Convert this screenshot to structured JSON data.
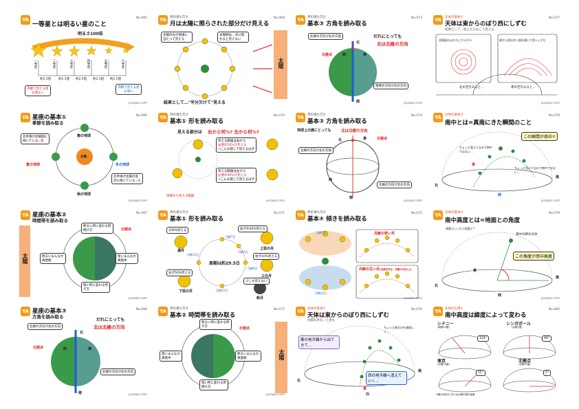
{
  "cards": {
    "c1": {
      "no": "No.065",
      "title": "一等星とは明るい星のこと",
      "brightness": "明るさ100倍",
      "mags": [
        "一等星",
        "二等星",
        "三等星",
        "四等星",
        "五等星",
        "六等星"
      ],
      "ratios": [
        "約2.5倍",
        "約2.5倍",
        "約2.5倍",
        "約2.5倍",
        "約2.5倍"
      ],
      "left_note": "肉眼で見える星も明るい",
      "right_note": "肉眼で見える星も暗い",
      "footer": "yuzupo.com"
    },
    "c2": {
      "no": "No.069",
      "small": "月の満ち欠け",
      "title": "月は太陽に照らされた部分だけ見える",
      "bubble_left": "太陽の光が地球に当たって見える",
      "bubble_right": "太陽側は…点に隠れると見えない",
      "sun": "太陽",
      "result": "結果として…\"半分欠けて\"見える",
      "footer": "yuzupo.com"
    },
    "c3": {
      "no": "No.073",
      "small": "月の満ち欠け",
      "title": "基本③ 方角を読み取る",
      "north_box": "北極の方向が北の方角",
      "everyone": "だれにとっても",
      "north_dir": "北は北極の方向",
      "north_pole": "北極点",
      "south_box": "南極の方向が北の方向",
      "dirs": [
        "北",
        "南",
        "東",
        "西"
      ],
      "footer": "yuzupo.com"
    },
    "c4": {
      "no": "No.077",
      "small": "天体の基本①",
      "title": "天体は東からのぼり西にしずむ",
      "note": "結果として…地上からはこう見える",
      "north_label": "北極星のまわりにグルグル",
      "south_label": "東から西の空へ弧を描いて西へしずむ",
      "north_sky": "北の空をみると…",
      "south_sky": "南の空をみると…",
      "footer": "yuzupo.com"
    },
    "c5": {
      "no": "No.066",
      "title": "星座の基本①",
      "sub": "季節を読み取る",
      "spring": "春の地球",
      "summer": "夏の地球",
      "autumn": "秋の地球",
      "winter": "冬の地球",
      "sun": "太陽",
      "north_tilt": "北半球が太陽側に傾いている",
      "north_summer": "=夏",
      "south_tilt": "北半球が太陽の反対に傾いている",
      "south_winter": "=冬",
      "footer": "yuzupo.com"
    },
    "c6": {
      "no": "No.070",
      "small": "月の満ち欠け",
      "title": "基本① 形を読み取る",
      "sub": "見える部分は",
      "question": "右から何%? 左から何%?",
      "right_head": "見える範囲は右から",
      "right_val": "右側の50%が見える",
      "right_sub": "→こんな感じで見えるはず",
      "left_head": "見える範囲は左から",
      "left_val": "左側の90%が見える",
      "left_sub": "→こんな感じで見えるはず",
      "earth_view": "地球から見える範囲",
      "footer": "yuzupo.com"
    },
    "c7": {
      "no": "No.074",
      "small": "月の満ち欠け",
      "title": "基本③ 方角を読み取る",
      "sub": "地球上の誰にとっても",
      "sub_red": "北は北極の方向",
      "north_pole": "北極点",
      "north_box": "北極の方向が北の方角",
      "south_box": "北極の方向が北の方向",
      "dirs": [
        "北",
        "南",
        "東",
        "西"
      ],
      "footer": "yuzupo.com"
    },
    "c8": {
      "no": "No.078",
      "small": "天体の基本②",
      "title": "南中とは=真南にきた瞬間のこと",
      "ruby": "なんちゅう",
      "callout": "この瞬間が南中!!",
      "note_top": "ちょっと東よりなので南中ではない…",
      "note_bottom": "ちょっと西よりなので南中ではない…",
      "dirs": [
        "北",
        "南",
        "東",
        "西"
      ],
      "footer": "yuzupo.com"
    },
    "c9": {
      "no": "No.067",
      "title": "星座の基本②",
      "sub": "時間帯を読み取る",
      "sun": "太陽",
      "dawn": "明け方",
      "noon": "真昼間",
      "dusk": "夕方",
      "midnight": "真夜中",
      "north_pole": "北極点",
      "q1": "明るい所に変わる所",
      "q2": "明るいまんなか",
      "q3": "暗いまんなか",
      "q4": "暗い所に変わる所",
      "footer": "yuzupo.com"
    },
    "c10": {
      "no": "No.071",
      "small": "月の満ち欠け",
      "title": "基本① 形を読み取る",
      "full": "満月",
      "full_head": "100%見える",
      "waxing": "上弦の月",
      "waxing_head": "右がわ50%見える",
      "crescent": "三日月",
      "crescent_head": "右が10%見える",
      "waning": "下弦の月",
      "waning_head": "左が50%見える",
      "new": "新月",
      "new_head": "少しも見えない",
      "period": "周期は約29.5日",
      "days": [
        "月齢15日",
        "月齢7日",
        "月齢3日",
        "月齢22日",
        "月齢0日"
      ],
      "footer": "yuzupo.com"
    },
    "c11": {
      "no": "No.075",
      "small": "月の満ち欠け",
      "title": "基本④ 傾きを読み取る",
      "label_top": "月齢の若い月",
      "label_bottom": "月齢の古い月",
      "top_days": "月齢7日",
      "bottom_days": "月齢22日",
      "top_sub": "(右側が光る)",
      "bottom_sub": "(左側が光る・月齢15日以上)",
      "footer": "yuzupo.com"
    },
    "c12": {
      "no": "No.079",
      "small": "天体の基本③",
      "title": "南中高度とは=地面との角度",
      "ruby": "なんちゅうこうど",
      "note": "高度といったら地面と?",
      "moment": "南中の瞬の天体",
      "callout": "この角度が南中高度",
      "dirs": [
        "北",
        "南",
        "東",
        "西"
      ],
      "footer": "yuzupo.com"
    },
    "c13": {
      "no": "No.068",
      "title": "星座の基本③",
      "sub": "方角を読み取る",
      "north_box": "北極の方向が北の方向",
      "everyone": "だれにとっても",
      "north_dir": "北は北極の方向",
      "north_pole": "北極点",
      "south_box": "北極の方向が北の方向",
      "dirs": [
        "北",
        "南",
        "東",
        "西"
      ],
      "footer": "yuzupo.com"
    },
    "c14": {
      "no": "No.072",
      "small": "月の満ち欠け",
      "title": "基本② 時間帯を読み取る",
      "sun": "太陽",
      "dusk": "夕方",
      "noon": "真昼間",
      "midnight": "真夜中",
      "dawn": "明け方",
      "north_pole": "北極点",
      "q1": "明るい所に変わる所",
      "q2": "明るいまんなか",
      "q3": "暗いまんなか",
      "q4": "暗い所に変わる所",
      "footer": "yuzupo.com"
    },
    "c15": {
      "no": "No.076",
      "small": "天体の基本①",
      "title": "天体は東からのぼり西にしずむ",
      "note": "太陽も月も…と星も",
      "rise": "東の地平線から出てきて…",
      "set": "西の地平線へ消えていく…",
      "top_note": "ちょっと南の方を通過して…",
      "dirs": [
        "北",
        "南",
        "東",
        "西"
      ],
      "footer": "yuzupo.com"
    },
    "c16": {
      "no": "No.080",
      "small": "天体の応用①",
      "title": "南中高度は緯度によって変わる",
      "sydney": "シドニー",
      "sydney_lat": "(南緯34度)",
      "sydney_deg": "124°",
      "singapore": "シンガポール",
      "singapore_lat": "(北緯1度)",
      "singapore_deg": "90°",
      "tokyo": "東京",
      "tokyo_lat": "(北緯35度)",
      "tokyo_deg": "55°",
      "northpole": "北極点",
      "northpole_lat": "(北緯90度)",
      "northpole_deg": "0°",
      "footnote": "※春分/秋分における太陽の南中高度",
      "footer": "yuzupo.com"
    }
  }
}
